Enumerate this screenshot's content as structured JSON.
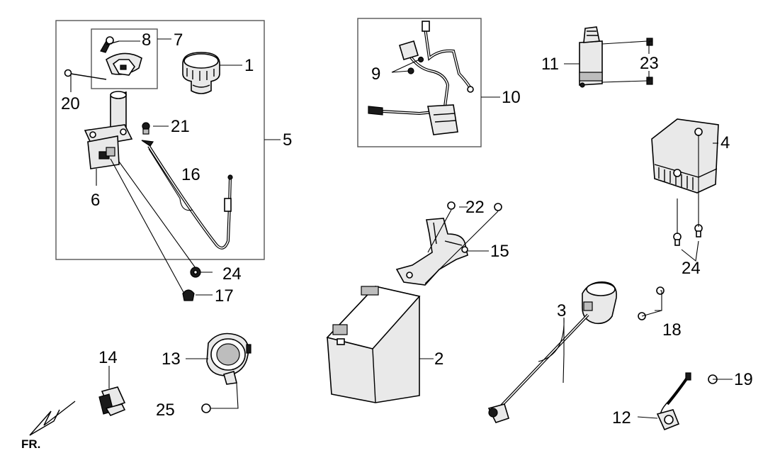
{
  "diagram": {
    "part_numbers": {
      "p1": "1",
      "p2": "2",
      "p3": "3",
      "p4": "4",
      "p5": "5",
      "p6": "6",
      "p7": "7",
      "p8": "8",
      "p9": "9",
      "p10": "10",
      "p11": "11",
      "p12": "12",
      "p13": "13",
      "p14": "14",
      "p15": "15",
      "p16": "16",
      "p17": "17",
      "p18": "18",
      "p19": "19",
      "p20": "20",
      "p21": "21",
      "p22": "22",
      "p23": "23",
      "p24a": "24",
      "p24b": "24",
      "p25": "25"
    },
    "direction_label": "FR.",
    "colors": {
      "ink": "#000000",
      "frame": "#555555",
      "part_fill": "#e9e9e9",
      "background": "#ffffff"
    }
  }
}
